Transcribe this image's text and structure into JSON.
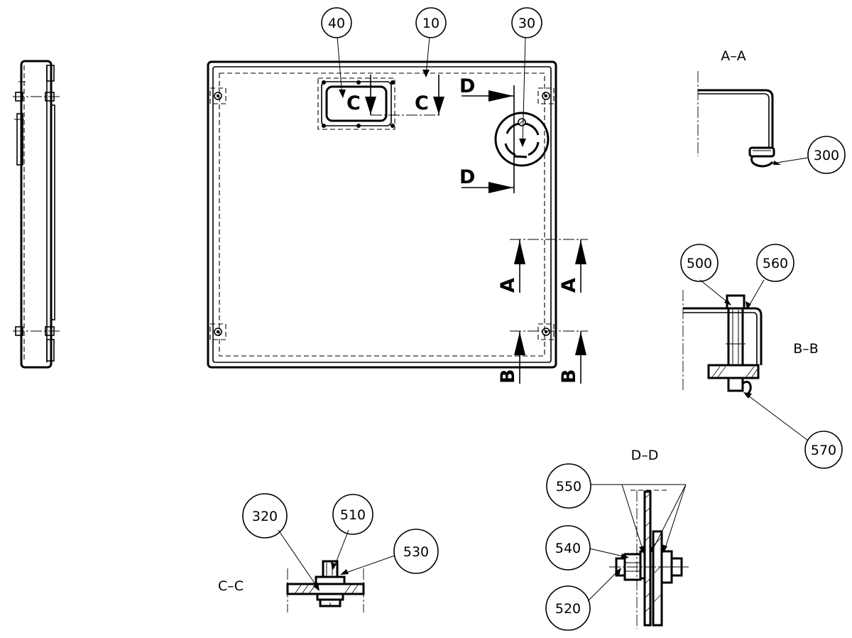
{
  "callouts": {
    "c40": "40",
    "c10": "10",
    "c30": "30",
    "c300": "300",
    "c500": "500",
    "c560": "560",
    "c570": "570",
    "c320": "320",
    "c510": "510",
    "c530": "530",
    "c550": "550",
    "c540": "540",
    "c520": "520"
  },
  "sections": {
    "aa": "A–A",
    "bb": "B–B",
    "cc": "C–C",
    "dd": "D–D"
  },
  "cutting_planes": {
    "a": "A",
    "b": "B",
    "c": "C",
    "d": "D"
  }
}
